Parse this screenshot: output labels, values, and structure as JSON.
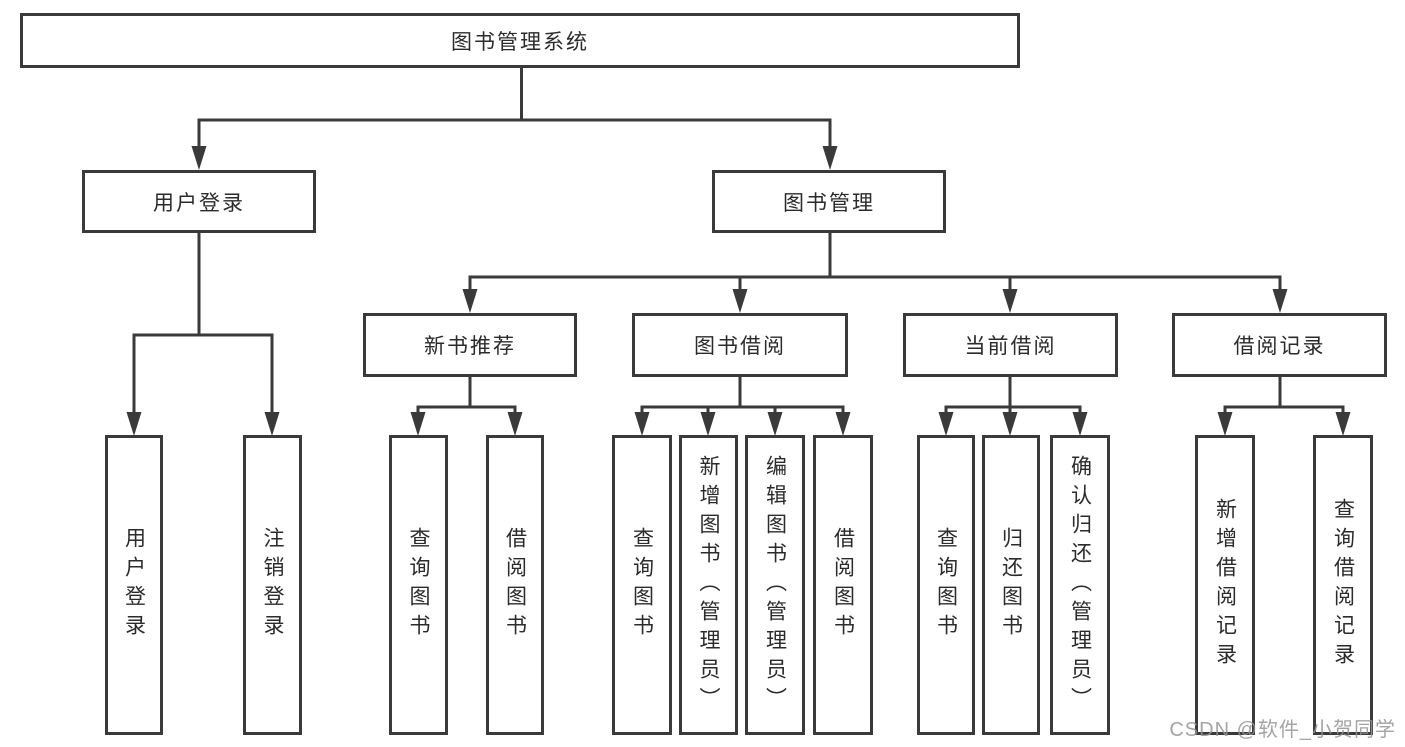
{
  "tree": {
    "root": {
      "label": "图书管理系统"
    },
    "branches": [
      {
        "label": "用户登录",
        "children": [
          {
            "label": "用户登录"
          },
          {
            "label": "注销登录"
          }
        ]
      },
      {
        "label": "图书管理",
        "children": [
          {
            "label": "新书推荐",
            "children": [
              {
                "label": "查询图书"
              },
              {
                "label": "借阅图书"
              }
            ]
          },
          {
            "label": "图书借阅",
            "children": [
              {
                "label": "查询图书"
              },
              {
                "label": "新增图书（管理员）"
              },
              {
                "label": "编辑图书（管理员）"
              },
              {
                "label": "借阅图书"
              }
            ]
          },
          {
            "label": "当前借阅",
            "children": [
              {
                "label": "查询图书"
              },
              {
                "label": "归还图书"
              },
              {
                "label": "确认归还（管理员）"
              }
            ]
          },
          {
            "label": "借阅记录",
            "children": [
              {
                "label": "新增借阅记录"
              },
              {
                "label": "查询借阅记录"
              }
            ]
          }
        ]
      }
    ]
  },
  "watermark": {
    "text": "CSDN @软件_小贺同学"
  },
  "colors": {
    "line": "#3a3a3a",
    "box_border": "#3a3a3a",
    "text": "#2b2b2b",
    "watermark": "#949494",
    "background": "#ffffff"
  }
}
